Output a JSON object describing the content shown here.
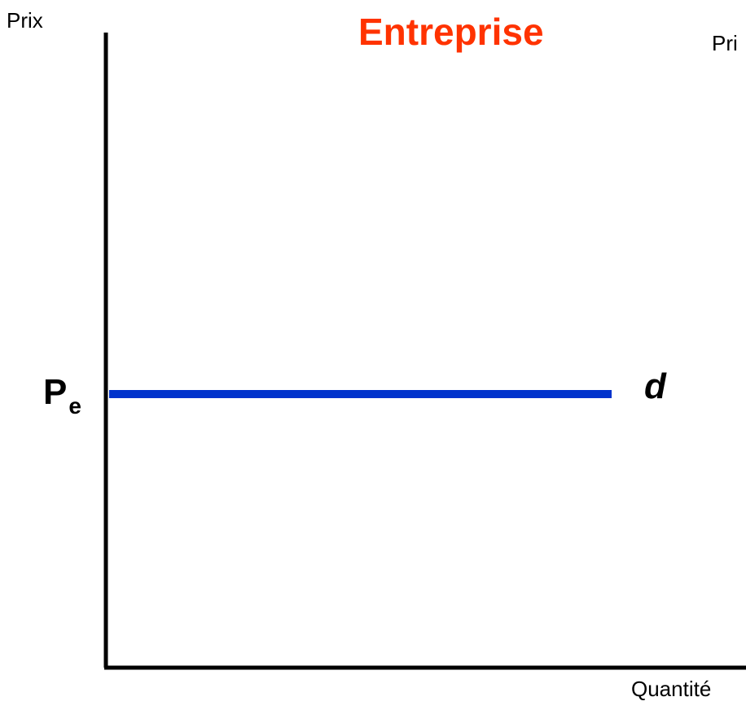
{
  "diagram": {
    "title": "Entreprise",
    "y_axis_label": "Prix",
    "x_axis_label": "Quantité",
    "right_panel_cutoff_label": "Pri",
    "price_level": {
      "main": "P",
      "subscript": "e"
    },
    "curve_label": "d",
    "colors": {
      "title": "#ff3300",
      "demand_line": "#0033cc",
      "axes": "#000000"
    }
  }
}
